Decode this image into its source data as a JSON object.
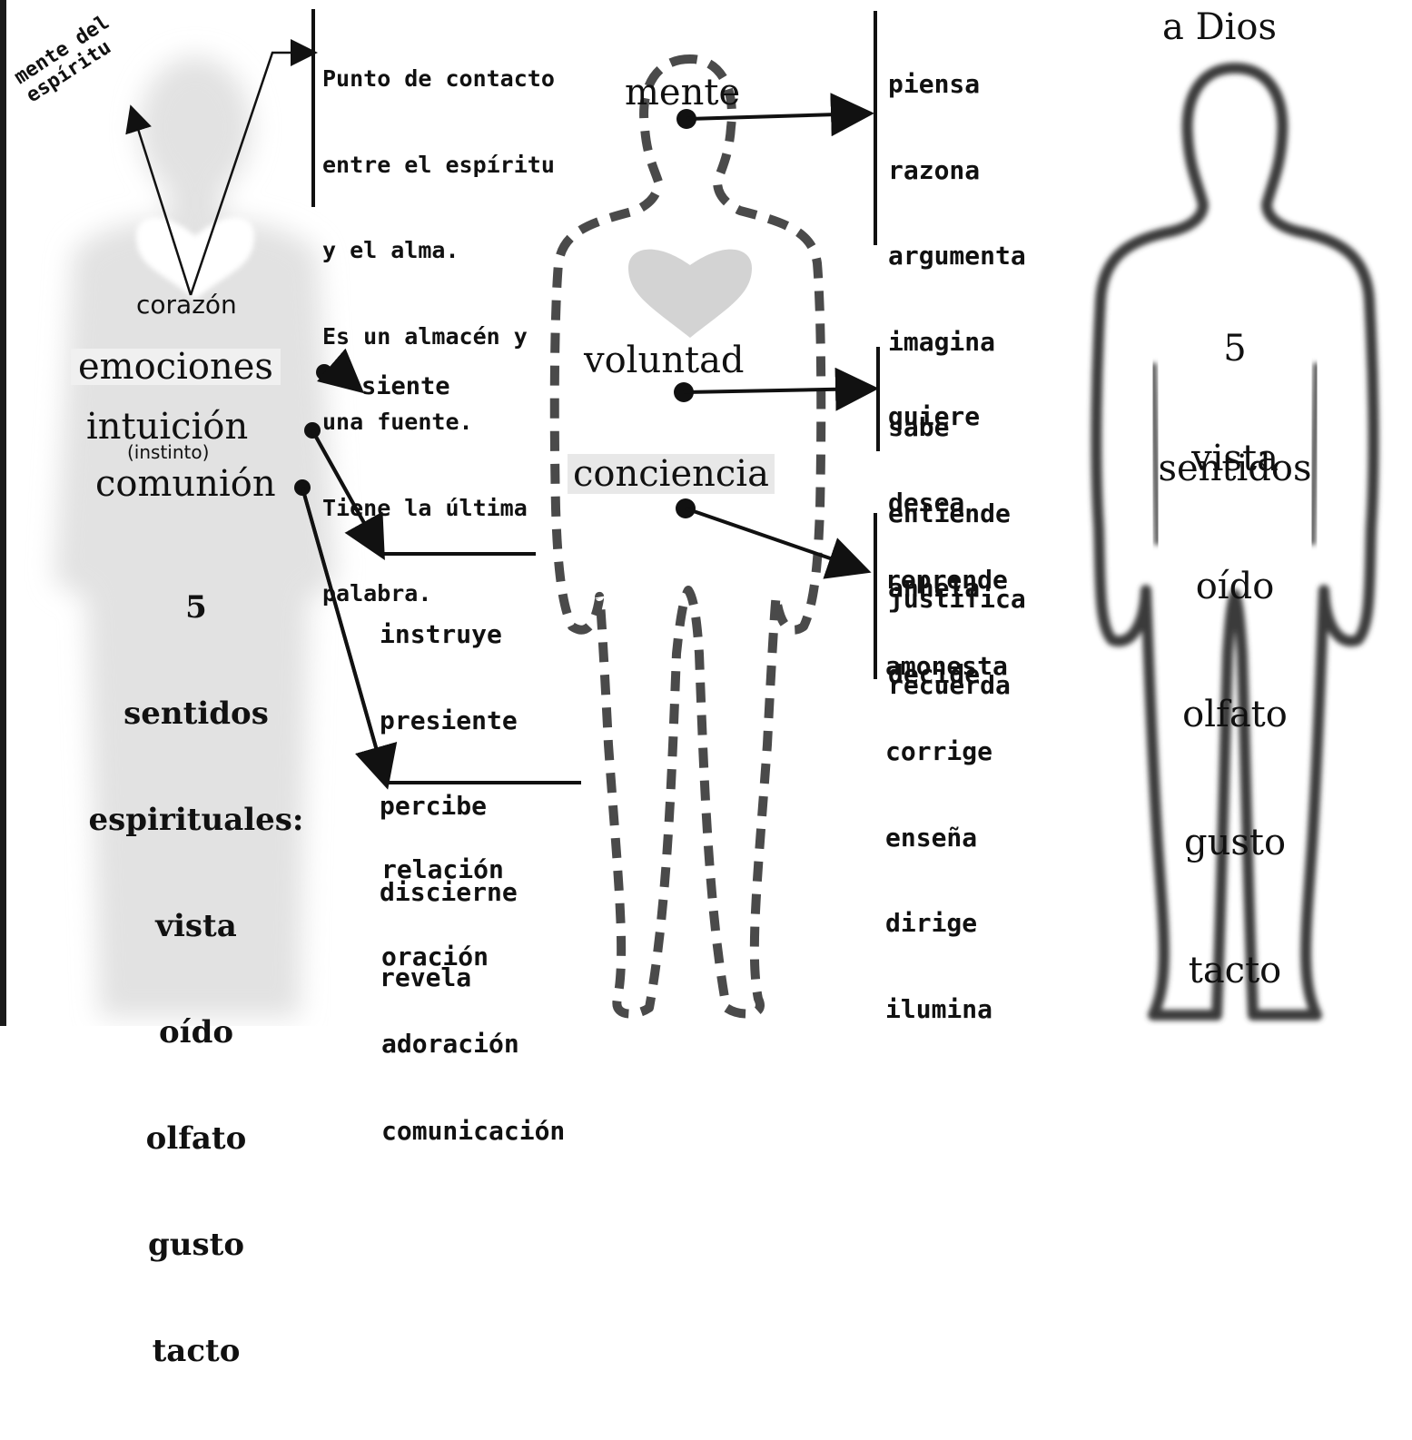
{
  "header": {
    "right_title": "a Dios"
  },
  "spirit": {
    "mind_of_spirit": "mente del espíritu",
    "heart_label": "corazón",
    "heart_note_lines": [
      "Punto de contacto",
      "entre el espíritu",
      "y el alma.",
      "Es un almacén y",
      "una fuente.",
      "Tiene la última",
      "palabra."
    ],
    "emotions_label": "emociones",
    "emotions_verb": "siente",
    "intuition_label": "intuición",
    "intuition_sub": "(instinto)",
    "intuition_verbs": [
      "instruye",
      "presiente",
      "percibe",
      "discierne",
      "revela"
    ],
    "communion_label": "comunión",
    "communion_verbs": [
      "relación",
      "oración",
      "adoración",
      "comunicación"
    ],
    "senses_count": "5",
    "senses_title_lines": [
      "sentidos",
      "espirituales:"
    ],
    "senses": [
      "vista",
      "oído",
      "olfato",
      "gusto",
      "tacto"
    ]
  },
  "soul": {
    "mind_label": "mente",
    "mind_verbs": [
      "piensa",
      "razona",
      "argumenta",
      "imagina",
      "sabe",
      "entiende",
      "justifica",
      "recuerda"
    ],
    "will_label": "voluntad",
    "will_verbs": [
      "quiere",
      "desea",
      "anhela",
      "decide"
    ],
    "conscience_label": "conciencia",
    "conscience_verbs": [
      "reprende",
      "amonesta",
      "corrige",
      "enseña",
      "dirige",
      "ilumina"
    ]
  },
  "body": {
    "senses_count": "5",
    "senses_title": "sentidos",
    "senses": [
      "vista",
      "oído",
      "olfato",
      "gusto",
      "tacto"
    ]
  },
  "colors": {
    "ink": "#111111",
    "spirit_silhouette": "#e2e2e2",
    "heart_fill": "#d3d3d3",
    "dashed_outline": "#4a4a4a"
  }
}
